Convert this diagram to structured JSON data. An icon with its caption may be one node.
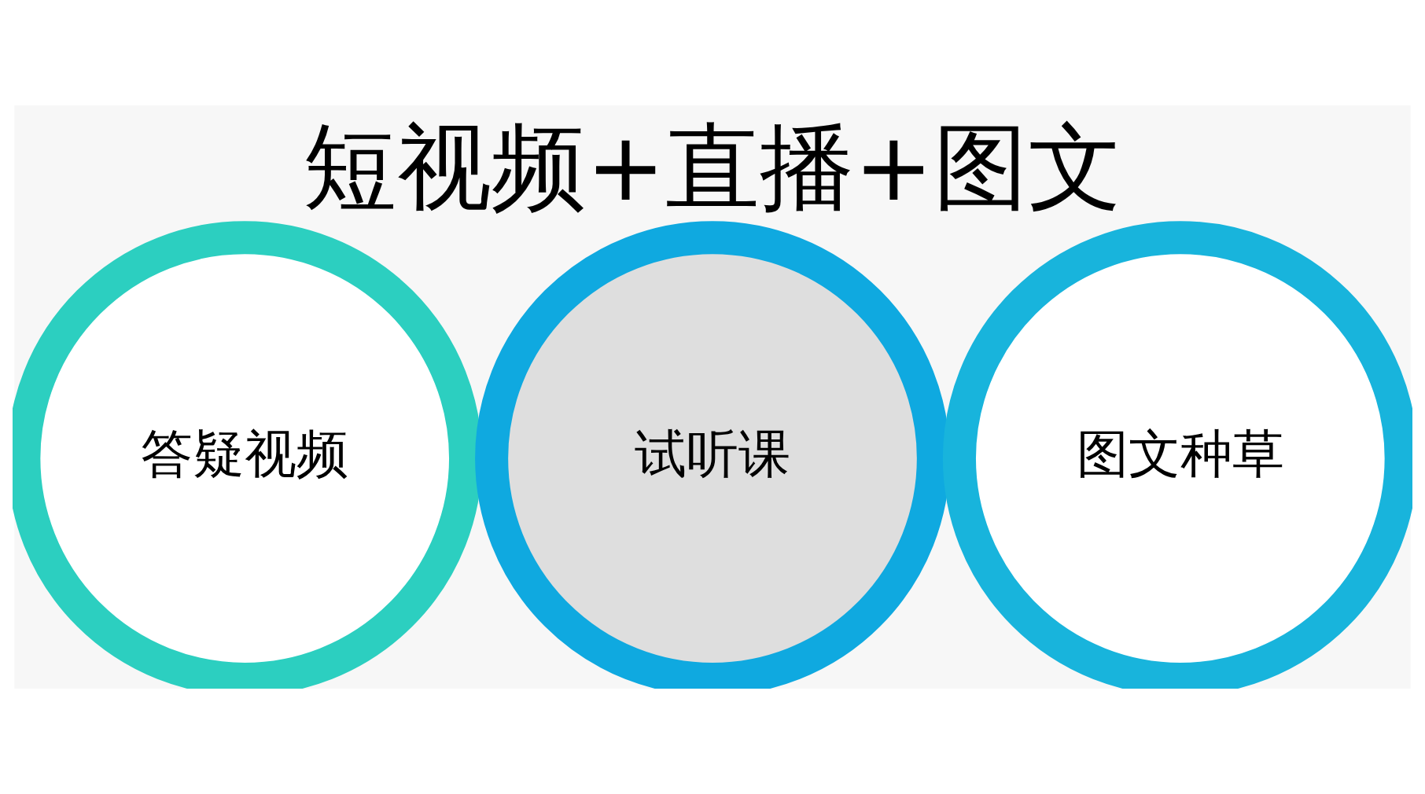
{
  "diagram": {
    "title": "短视频+直播+图文",
    "nodes": [
      {
        "text": [
          "答疑视频"
        ]
      },
      {
        "text": [
          "试听课"
        ]
      },
      {
        "text": [
          "图文种草"
        ]
      }
    ]
  }
}
